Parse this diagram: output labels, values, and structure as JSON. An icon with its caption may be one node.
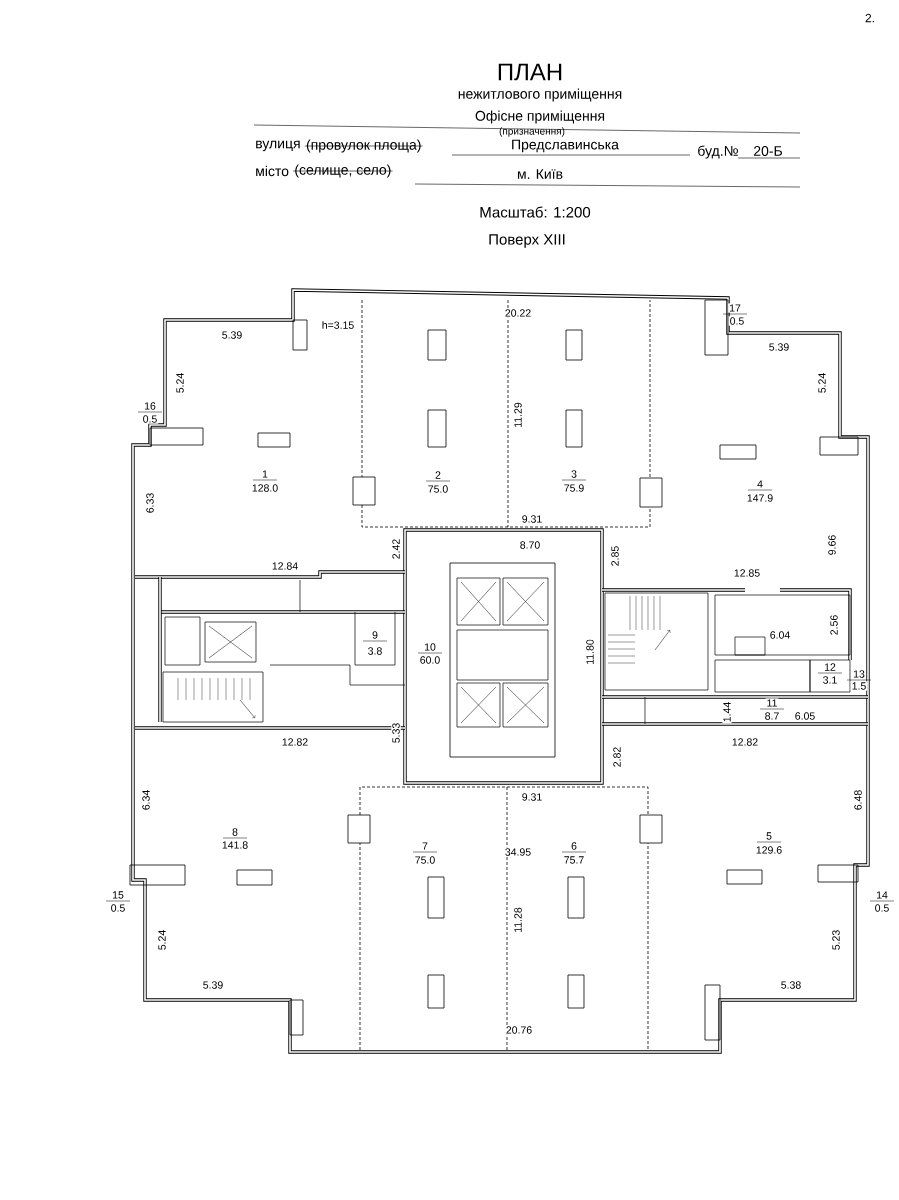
{
  "diagram": {
    "title": "ПЛАН",
    "labels": [
      "2.",
      "нежитлового приміщення",
      "Офісне приміщення",
      "(призначення)",
      "вулиця",
      "(провулок площа)",
      "Предславинська",
      "буд.№",
      "20-Б",
      "місто",
      "(селище, село)",
      "м. Київ",
      "Масштаб: 1:200",
      "Поверх XIII",
      "h=3.15",
      "20.22",
      "5.39",
      "5.24",
      "16",
      "0.5",
      "1",
      "128.0",
      "2",
      "75.0",
      "3",
      "75.9",
      "11.29",
      "17",
      "0.5",
      "5.39",
      "5.24",
      "4",
      "147.9",
      "6.33",
      "9.31",
      "8.70",
      "2.42",
      "2.85",
      "12.84",
      "12.85",
      "9.66",
      "6.04",
      "2.56",
      "9",
      "3.8",
      "10",
      "60.0",
      "11.80",
      "12",
      "3.1",
      "13",
      "1.5",
      "11",
      "8.7",
      "1.44",
      "6.05",
      "5.33",
      "12.82",
      "12.82",
      "2.82",
      "9.31",
      "6.34",
      "6.48",
      "8",
      "141.8",
      "7",
      "75.0",
      "34.95",
      "6",
      "75.7",
      "5",
      "129.6",
      "15",
      "0.5",
      "14",
      "0.5",
      "11.28",
      "5.24",
      "5.23",
      "5.39",
      "5.38",
      "20.76"
    ]
  }
}
